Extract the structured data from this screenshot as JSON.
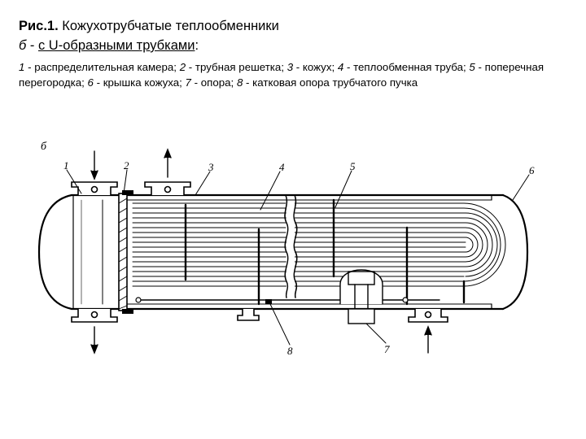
{
  "caption": {
    "fig_prefix": "Рис.1.",
    "title": "Кожухотрубчатые теплообменники",
    "sub_letter": "б",
    "sub_dash": " - ",
    "sub_text": "с U-образными трубками",
    "sub_colon": ":",
    "legend": [
      {
        "num": "1",
        "text": " - распределительная камера; "
      },
      {
        "num": "2",
        "text": " - трубная решетка; "
      },
      {
        "num": "3",
        "text": " - кожух; "
      },
      {
        "num": "4",
        "text": " - теплообменная труба; "
      },
      {
        "num": "5",
        "text": " - поперечная перегородка; "
      },
      {
        "num": "6",
        "text": " - крышка кожуха; "
      },
      {
        "num": "7",
        "text": " - опора; "
      },
      {
        "num": "8",
        "text": " - катковая опора трубчатого пучка"
      }
    ]
  },
  "diagram": {
    "variant_label": "б",
    "labels": {
      "l1": "1",
      "l2": "2",
      "l3": "3",
      "l4": "4",
      "l5": "5",
      "l6": "6",
      "l7": "7",
      "l8": "8"
    }
  }
}
